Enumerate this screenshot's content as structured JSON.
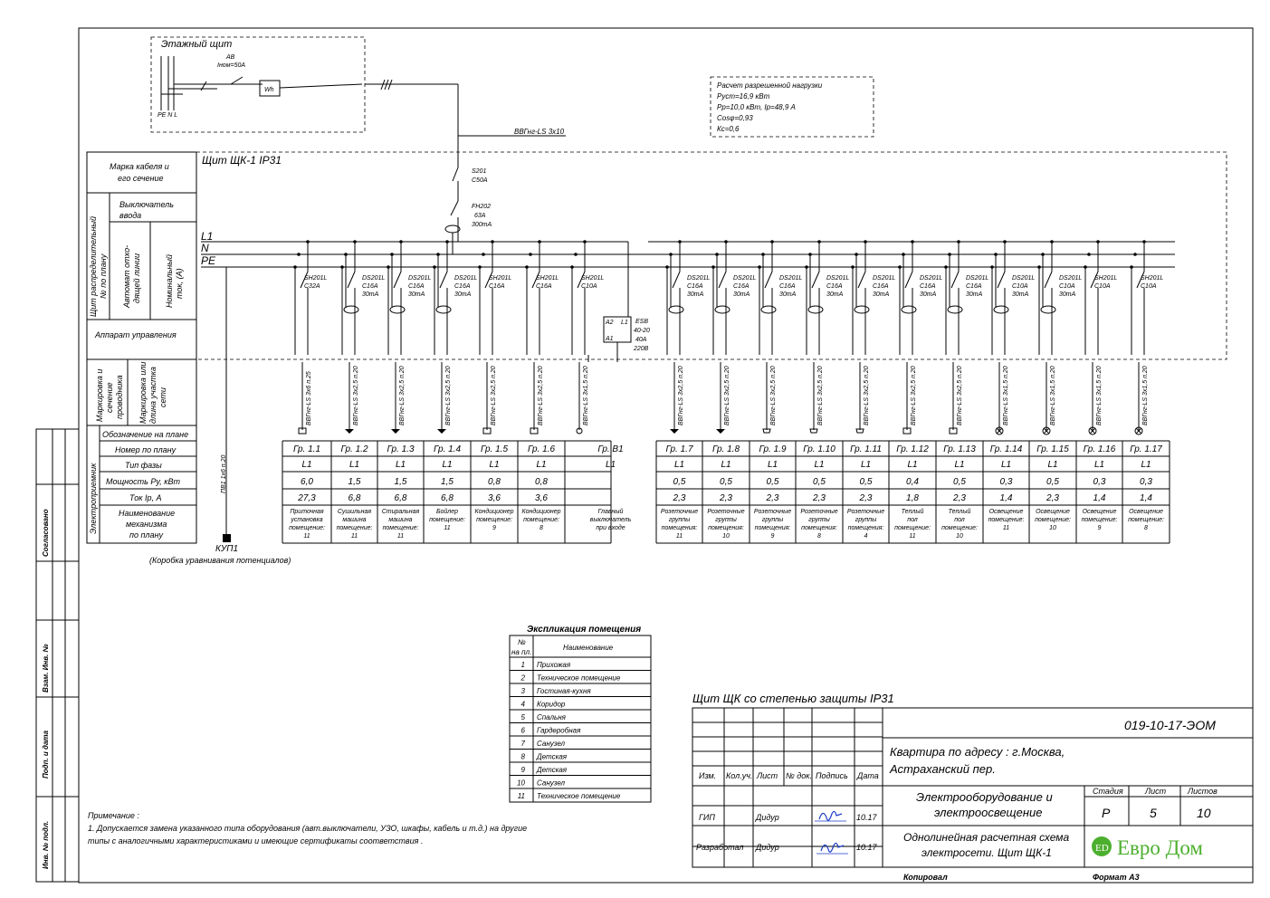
{
  "floor_panel": {
    "title": "Этажный щит",
    "breaker": "АВ",
    "breaker_rating": "Iном=50А",
    "meter": "Wh",
    "terminals": "PE N L"
  },
  "input_cable": "ВВГнг-LS 3х10",
  "load_calc": [
    "Расчет разрешенной нагрузки",
    "Руст=16,9 кВт",
    "Рр=10,0 кВт, Iр=48,9 А",
    "Cosφ=0,93",
    "Кс=0,6"
  ],
  "panel": {
    "title": "Щит ЩК-1  IP31",
    "bus_l1": "L1",
    "bus_n": "N",
    "bus_pe": "PE",
    "main_breaker": [
      "S201",
      "C50A"
    ],
    "rcd": [
      "FH202",
      "63A",
      "300mA"
    ],
    "contactor": [
      "ESB",
      "40-20",
      "40A",
      "220B"
    ],
    "contactor_pins": [
      "A2",
      "L1",
      "A1"
    ]
  },
  "left_table": {
    "cable": "Марка кабеля и его сечение",
    "group_dist": "Щит распределительный № по плану",
    "input_switch": "Выключатель ввода",
    "outgoing": "Автомат отхо- дящей линии",
    "rated": "Номинальный ток, (А)",
    "control": "Аппарат управления",
    "wire": "Маркировка и сечение проводника",
    "length": "Маркировка или длина участка сети",
    "consumer": "Электроприемник",
    "rows": [
      "Обозначение на плане",
      "Номер по плану",
      "Тип фазы",
      "Мощность Ру, кВт",
      "Ток Iр, А",
      "Наименование механизма по плану"
    ]
  },
  "groups": [
    {
      "dev": [
        "SH201L",
        "C32A"
      ],
      "cable": "ВВГнг-LS 3х6 п.25",
      "gr": "Гр. 1.1",
      "ph": "L1",
      "p": "6,0",
      "i": "27,3",
      "name": [
        "Приточная",
        "установка",
        "помещение:",
        "11"
      ]
    },
    {
      "dev": [
        "DS201L",
        "C16A",
        "30mA"
      ],
      "cable": "ВВГнг-LS 3х2,5 п.20",
      "gr": "Гр. 1.2",
      "ph": "L1",
      "p": "1,5",
      "i": "6,8",
      "name": [
        "Сушильная",
        "машина",
        "помещение:",
        "11"
      ]
    },
    {
      "dev": [
        "DS201L",
        "C16A",
        "30mA"
      ],
      "cable": "ВВГнг-LS 3х2,5 п.20",
      "gr": "Гр. 1.3",
      "ph": "L1",
      "p": "1,5",
      "i": "6,8",
      "name": [
        "Стиральная",
        "машина",
        "помещение:",
        "11"
      ]
    },
    {
      "dev": [
        "DS201L",
        "C16A",
        "30mA"
      ],
      "cable": "ВВГнг-LS 3х2,5 п.20",
      "gr": "Гр. 1.4",
      "ph": "L1",
      "p": "1,5",
      "i": "6,8",
      "name": [
        "Бойлер",
        "помещение:",
        "11"
      ]
    },
    {
      "dev": [
        "SH201L",
        "C16A"
      ],
      "cable": "ВВГнг-LS 3х2,5 п.20",
      "gr": "Гр. 1.5",
      "ph": "L1",
      "p": "0,8",
      "i": "3,6",
      "name": [
        "Кондиционер",
        "помещение:",
        "9"
      ]
    },
    {
      "dev": [
        "SH201L",
        "C16A"
      ],
      "cable": "ВВГнг-LS 3х2,5 п.20",
      "gr": "Гр. 1.6",
      "ph": "L1",
      "p": "0,8",
      "i": "3,6",
      "name": [
        "Кондиционер",
        "помещение:",
        "8"
      ]
    },
    {
      "dev": [
        "SH201L",
        "C10A"
      ],
      "cable": "ВВГнг-LS 3х1,5 п.20",
      "gr": "Гр. В1",
      "ph": "L1",
      "p": "",
      "i": "",
      "name": [
        "Главный",
        "выключатель",
        "при входе"
      ]
    },
    {
      "dev": [
        "DS201L",
        "C16A",
        "30mA"
      ],
      "cable": "ВВГнг-LS 3х2,5 п.20",
      "gr": "Гр. 1.7",
      "ph": "L1",
      "p": "0,5",
      "i": "2,3",
      "name": [
        "Розеточные",
        "группы",
        "помещения:",
        "11"
      ]
    },
    {
      "dev": [
        "DS201L",
        "C16A",
        "30mA"
      ],
      "cable": "ВВГнг-LS 3х2,5 п.20",
      "gr": "Гр. 1.8",
      "ph": "L1",
      "p": "0,5",
      "i": "2,3",
      "name": [
        "Розеточные",
        "группы",
        "помещения:",
        "10"
      ]
    },
    {
      "dev": [
        "DS201L",
        "C16A",
        "30mA"
      ],
      "cable": "ВВГнг-LS 3х2,5 п.20",
      "gr": "Гр. 1.9",
      "ph": "L1",
      "p": "0,5",
      "i": "2,3",
      "name": [
        "Розеточные",
        "группы",
        "помещения:",
        "9"
      ]
    },
    {
      "dev": [
        "DS201L",
        "C16A",
        "30mA"
      ],
      "cable": "ВВГнг-LS 3х2,5 п.20",
      "gr": "Гр. 1.10",
      "ph": "L1",
      "p": "0,5",
      "i": "2,3",
      "name": [
        "Розеточные",
        "группы",
        "помещения:",
        "8"
      ]
    },
    {
      "dev": [
        "DS201L",
        "C16A",
        "30mA"
      ],
      "cable": "ВВГнг-LS 3х2,5 п.20",
      "gr": "Гр. 1.11",
      "ph": "L1",
      "p": "0,5",
      "i": "2,3",
      "name": [
        "Розеточные",
        "группы",
        "помещения:",
        "4"
      ]
    },
    {
      "dev": [
        "DS201L",
        "C16A",
        "30mA"
      ],
      "cable": "ВВГнг-LS 3х2,5 п.20",
      "gr": "Гр. 1.12",
      "ph": "L1",
      "p": "0,4",
      "i": "1,8",
      "name": [
        "Теплый",
        "пол",
        "помещение:",
        "11"
      ]
    },
    {
      "dev": [
        "DS201L",
        "C16A",
        "30mA"
      ],
      "cable": "ВВГнг-LS 3х2,5 п.20",
      "gr": "Гр. 1.13",
      "ph": "L1",
      "p": "0,5",
      "i": "2,3",
      "name": [
        "Теплый",
        "пол",
        "помещение:",
        "10"
      ]
    },
    {
      "dev": [
        "DS201L",
        "C10A",
        "30mA"
      ],
      "cable": "ВВГнг-LS 3х1,5 п.20",
      "gr": "Гр. 1.14",
      "ph": "L1",
      "p": "0,3",
      "i": "1,4",
      "name": [
        "Освещение",
        "помещение:",
        "11"
      ]
    },
    {
      "dev": [
        "DS201L",
        "C10A",
        "30mA"
      ],
      "cable": "ВВГнг-LS 3х1,5 п.20",
      "gr": "Гр. 1.15",
      "ph": "L1",
      "p": "0,5",
      "i": "2,3",
      "name": [
        "Освещение",
        "помещение:",
        "10"
      ]
    },
    {
      "dev": [
        "SH201L",
        "C10A"
      ],
      "cable": "ВВГнг-LS 3х1,5 п.20",
      "gr": "Гр. 1.16",
      "ph": "L1",
      "p": "0,3",
      "i": "1,4",
      "name": [
        "Освещение",
        "помещение:",
        "9"
      ]
    },
    {
      "dev": [
        "SH201L",
        "C10A"
      ],
      "cable": "ВВГнг-LS 3х1,5 п.20",
      "gr": "Гр. 1.17",
      "ph": "L1",
      "p": "0,3",
      "i": "1,4",
      "name": [
        "Освещение",
        "помещение:",
        "8"
      ]
    }
  ],
  "pe_cable": "ПВ1 1х6 п.20",
  "kup": "КУП1",
  "kup_note": "(Коробка уравнивания потенциалов)",
  "rooms": {
    "title": "Экспликация помещения",
    "h1": "№ на пл.",
    "h2": "Наименование",
    "items": [
      [
        "1",
        "Прихожая"
      ],
      [
        "2",
        "Техническое помещение"
      ],
      [
        "3",
        "Гостиная-кухня"
      ],
      [
        "4",
        "Коридор"
      ],
      [
        "5",
        "Спальня"
      ],
      [
        "6",
        "Гардеробная"
      ],
      [
        "7",
        "Санузел"
      ],
      [
        "8",
        "Детская"
      ],
      [
        "9",
        "Детская"
      ],
      [
        "10",
        "Санузел"
      ],
      [
        "11",
        "Техническое помещение"
      ]
    ]
  },
  "notes": [
    "Примечание :",
    "1. Допускается замена указанного типа оборудования  (авт.выключатели, УЗО, шкафы, кабель и т.д.) на другие",
    "типы с аналогичными характеристиками и имеющие сертификаты соответствия ."
  ],
  "stamp": {
    "caption": "Щит ЩК со степенью защиты IP31",
    "code": "019-10-17-ЭОМ",
    "object": [
      "Квартира по адресу : г.Москва,",
      "Астраханский пер."
    ],
    "cols": [
      "Изм.",
      "Кол.уч.",
      "Лист",
      "№ док.",
      "Подпись",
      "Дата"
    ],
    "section": [
      "Электрооборудование и",
      "электроосвещение"
    ],
    "stage_h": "Стадия",
    "sheet_h": "Лист",
    "sheets_h": "Листов",
    "stage": "Р",
    "sheet": "5",
    "sheets": "10",
    "drawing": [
      "Однолинейная расчетная схема",
      "электросети. Щит ЩК-1"
    ],
    "gip_role": "ГИП",
    "gip_name": "Дидур",
    "gip_date": "10.17",
    "dev_role": "Разработал",
    "dev_name": "Дидур",
    "dev_date": "10.17",
    "copied": "Копировал",
    "format": "Формат А3",
    "logo": "Евро Дом"
  },
  "side_stamp": [
    "Согласовано",
    "Взам. Инв. №",
    "Подп. и дата",
    "Инв. № подл."
  ]
}
